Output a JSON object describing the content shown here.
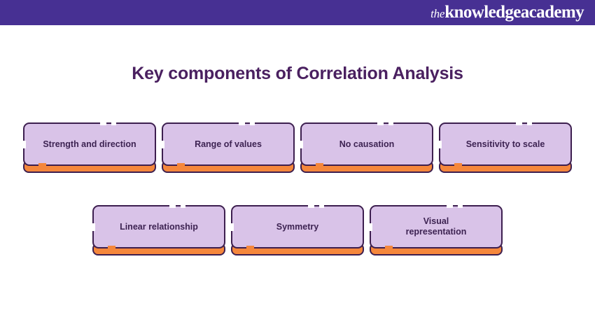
{
  "header": {
    "brand_prefix": "the",
    "brand_name": "knowledgeacademy",
    "background_color": "#473093"
  },
  "title": "Key components of Correlation Analysis",
  "theme": {
    "title_color": "#4a2060",
    "box_fill": "#d9c3e8",
    "box_border": "#3d1f4f",
    "accent_color": "#f5873c",
    "label_color": "#3d2352",
    "page_background": "#ffffff"
  },
  "rows": [
    {
      "items": [
        {
          "label": "Strength and direction"
        },
        {
          "label": "Range of values"
        },
        {
          "label": "No causation"
        },
        {
          "label": "Sensitivity to scale"
        }
      ]
    },
    {
      "items": [
        {
          "label": "Linear relationship"
        },
        {
          "label": "Symmetry"
        },
        {
          "label": "Visual\nrepresentation"
        }
      ]
    }
  ]
}
